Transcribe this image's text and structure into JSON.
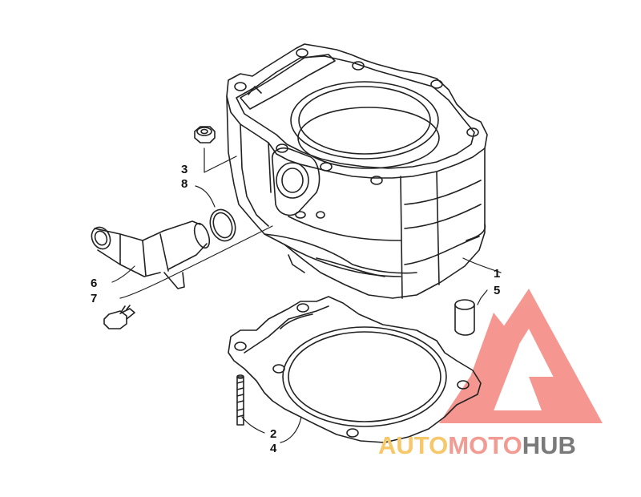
{
  "callouts": {
    "c1": "1",
    "c5": "5",
    "c3": "3",
    "c8": "8",
    "c6": "6",
    "c7": "7",
    "c2": "2",
    "c4": "4"
  },
  "watermark": {
    "part1": "AUTO",
    "part2": "MOTO",
    "part3": "HUB",
    "color1": "#f7c86a",
    "color2": "#f39b92",
    "color3": "#7a7a7a",
    "logo_color": "#f2756b"
  }
}
